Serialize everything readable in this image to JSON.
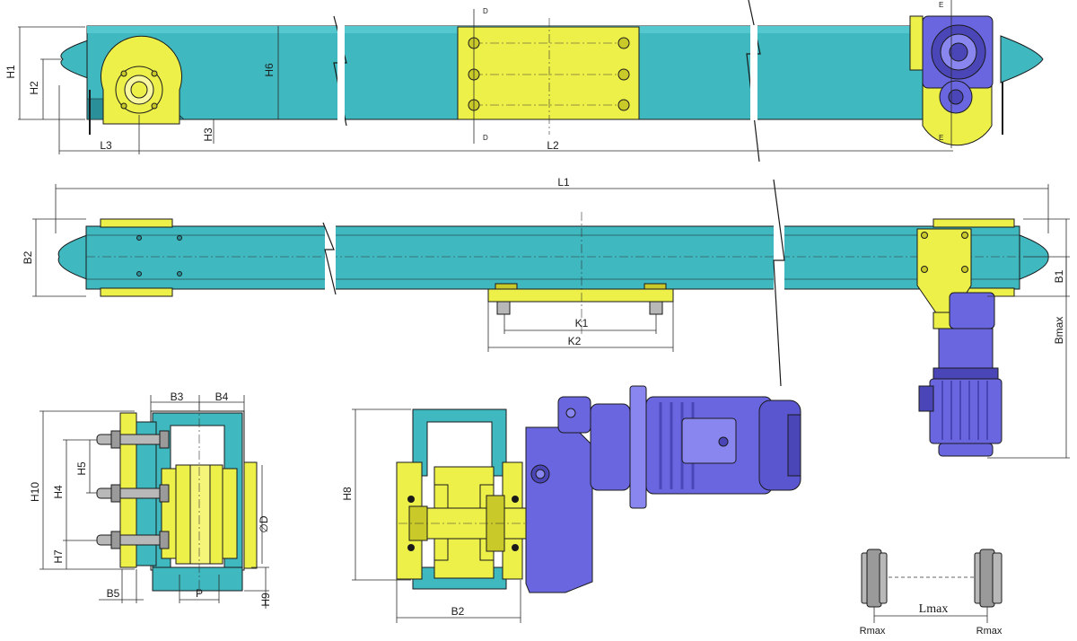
{
  "colors": {
    "teal": "#3fb8c0",
    "teal_dark": "#2a8f98",
    "yellow": "#eef04a",
    "yellow_dark": "#c9c92a",
    "blue": "#6a66e0",
    "blue_dark": "#4a46b8",
    "grey": "#b8b8b8"
  },
  "labels": {
    "H1": "H1",
    "H2": "H2",
    "H3": "H3",
    "H6": "H6",
    "L3": "L3",
    "L2": "L2",
    "D_top": "D",
    "D_bot": "D",
    "E_top": "E",
    "E_bot": "E",
    "L1": "L1",
    "B2_mid": "B2",
    "K1": "K1",
    "K2": "K2",
    "B1": "B1",
    "Bmax": "Bmax",
    "H10": "H10",
    "H4": "H4",
    "H5": "H5",
    "H7": "H7",
    "B3": "B3",
    "B4": "B4",
    "B5": "B5",
    "P": "P",
    "H9": "H9",
    "phiD": "∅D",
    "H8": "H8",
    "B2_bot": "B2",
    "Lmax": "Lmax",
    "Rmax_left": "Rmax",
    "Rmax_right": "Rmax"
  }
}
